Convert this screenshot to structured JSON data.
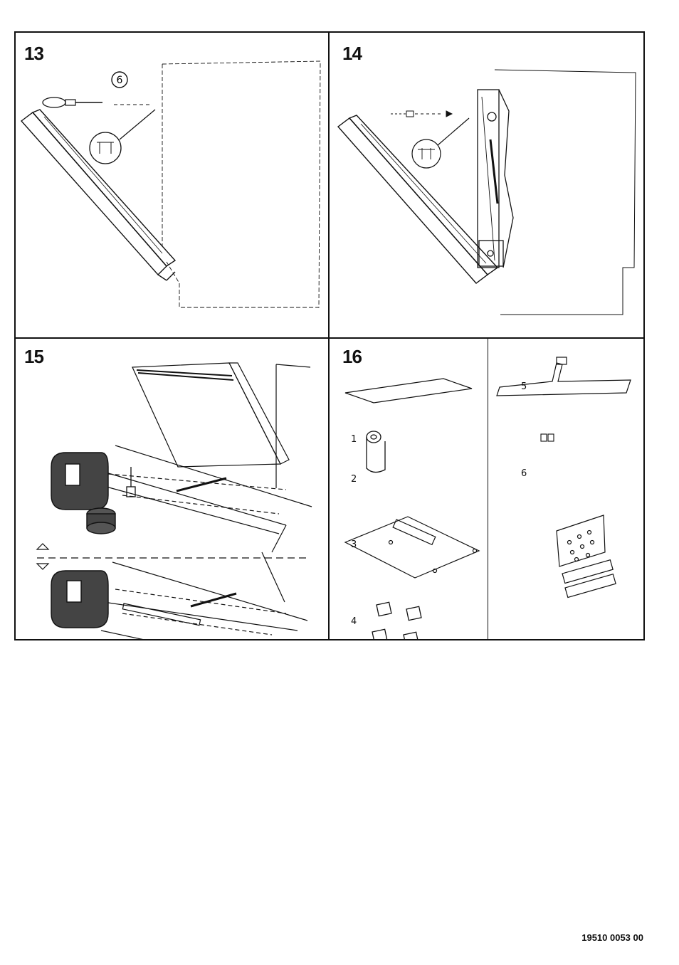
{
  "steps": {
    "s13": {
      "number": "13",
      "callout": "6"
    },
    "s14": {
      "number": "14"
    },
    "s15": {
      "number": "15"
    },
    "s16": {
      "number": "16"
    }
  },
  "parts": [
    "1",
    "2",
    "3",
    "4",
    "5",
    "6"
  ],
  "footer": {
    "document_code": "19510 0053 00"
  },
  "colors": {
    "ink": "#111111",
    "paper": "#ffffff"
  }
}
